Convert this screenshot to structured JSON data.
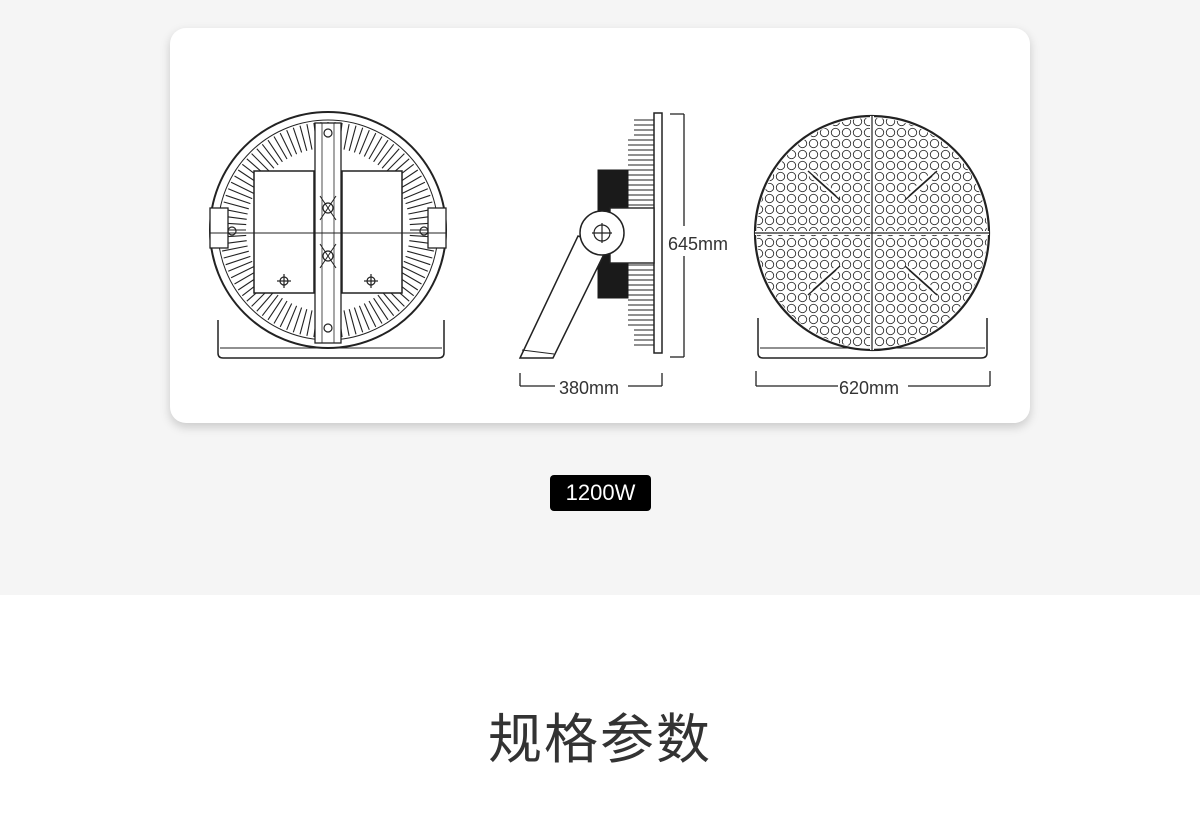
{
  "drawing": {
    "height_label": "645mm",
    "depth_label": "380mm",
    "width_label": "620mm"
  },
  "power_badge": "1200W",
  "section_title": "规格参数",
  "colors": {
    "top_background": "#f5f5f5",
    "card_background": "#ffffff",
    "badge_background": "#000000",
    "title_text": "#333333"
  }
}
